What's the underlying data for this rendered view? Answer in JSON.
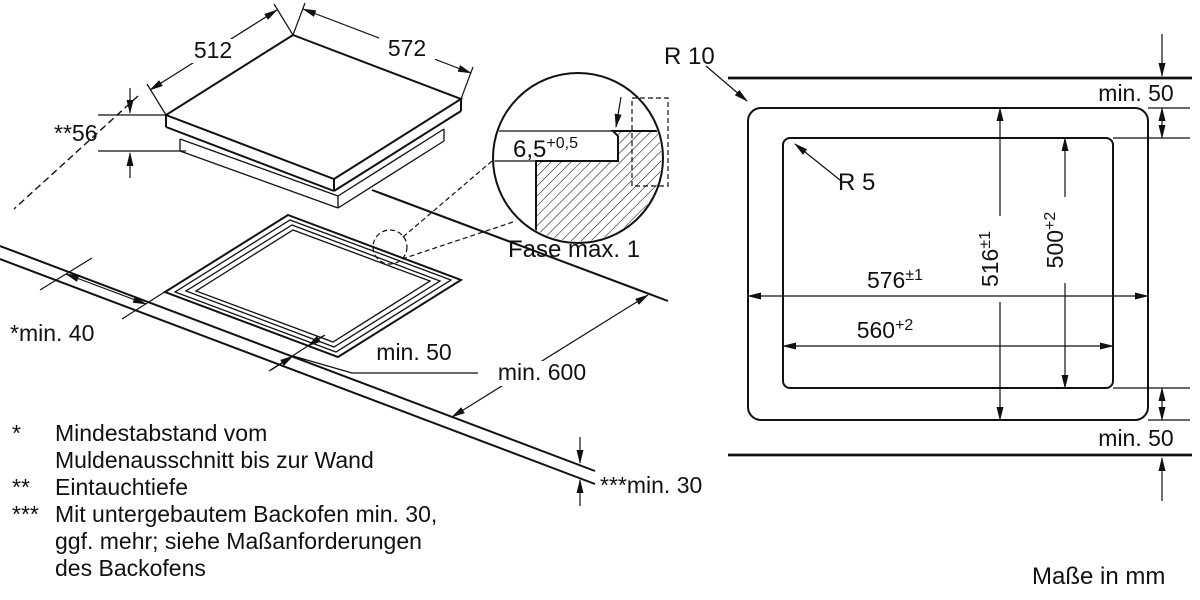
{
  "iso": {
    "width": "572",
    "depth": "512",
    "insertion": "**56",
    "wall": "*min. 40",
    "front": "min. 50",
    "worktop": "min. 600",
    "oven": "***min. 30"
  },
  "detail": {
    "value": "6,5",
    "tol": "+0,5",
    "chamfer": "Fase max. 1"
  },
  "cutout": {
    "r_outer": "R 10",
    "r_inner": "R 5",
    "w_outer": "576",
    "w_outer_tol": "±1",
    "w_inner": "560",
    "w_inner_tol": "+2",
    "h_outer": "516",
    "h_outer_tol": "±1",
    "h_inner": "500",
    "h_inner_tol": "+2",
    "top": "min. 50",
    "bottom": "min. 50"
  },
  "footnotes": {
    "f1_marker": "*",
    "f1_line1": "Mindestabstand vom",
    "f1_line2": "Muldenausschnitt bis zur Wand",
    "f2_marker": "**",
    "f2_text": "Eintauchtiefe",
    "f3_marker": "***",
    "f3_line1": "Mit untergebautem Backofen min. 30,",
    "f3_line2": "ggf. mehr; siehe Maßanforderungen",
    "f3_line3": "des Backofens"
  },
  "units": "Maße in mm"
}
